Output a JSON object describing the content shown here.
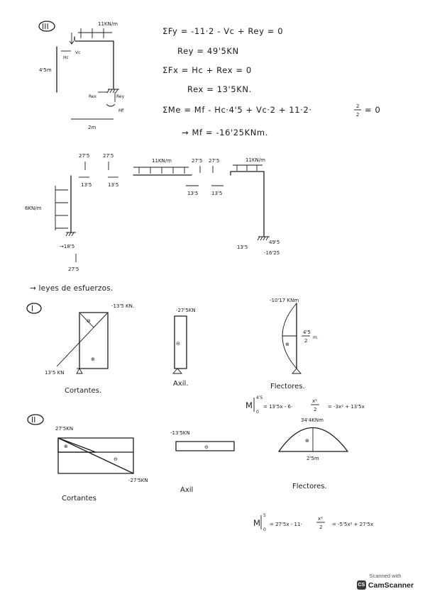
{
  "section3": {
    "roman": "III",
    "load_label": "11KN/m",
    "hc": "Hc",
    "vc": "Vc",
    "height": "4'5m",
    "rex": "Rex",
    "rey": "Rey",
    "mf": "Mf",
    "span": "2m",
    "eq1": "ΣFy = -11·2 - Vc + Rey = 0",
    "eq2": "Rey = 49'5KN",
    "eq3": "ΣFx = Hc + Rex = 0",
    "eq4": "Rex = 13'5KN.",
    "eq5": "ΣMe = Mf - Hc·4'5 + Vc·2 + 11·2·",
    "frac_num": "2",
    "frac_den": "2",
    "eq5_end": "= 0",
    "eq6": "→ Mf = -16'25KNm."
  },
  "fbd": {
    "v1": "27'5",
    "v2": "27'5",
    "h1": "13'5",
    "h2": "13'5",
    "load_mid": "11KN/m",
    "v3": "27'5",
    "v4": "27'5",
    "h3": "13'5",
    "h4": "13'5",
    "load_right": "11KN/m",
    "side_load": "6KN/m",
    "base_h": "→18'5",
    "base_v": "27'5",
    "r_h": "13'5",
    "r_v": "49'5",
    "r_m": "-16'25"
  },
  "laws_title": "→ leyes de esfuerzos.",
  "part1": {
    "roman": "I",
    "shear_top": "-13'5 KN.",
    "shear_bottom": "13'5 KN",
    "sign_neg": "⊖",
    "sign_pos": "⊕",
    "shear_caption": "Cortantes.",
    "axial_top": "-27'5KN",
    "axial_caption": "Axil.",
    "moment_top": "-10'17 KNm",
    "moment_pos_num": "4'5",
    "moment_pos_den": "2",
    "moment_pos_unit": "m.",
    "moment_caption": "Flectores.",
    "formula_m": "M",
    "formula_up": "4'5",
    "formula_low": "0",
    "formula_rhs": "= 13'5x - 6·",
    "formula_frac_num": "x²",
    "formula_frac_den": "2",
    "formula_result": "= -3x² + 13'5x"
  },
  "part2": {
    "roman": "II",
    "shear_left": "27'5KN",
    "shear_right": "-27'5KN",
    "shear_caption": "Cortantes",
    "axial_val": "-13'5KN",
    "axial_caption": "Axil",
    "moment_top": "34'4KNm",
    "moment_span": "2'5m",
    "moment_caption": "Flectores.",
    "formula_m": "M",
    "formula_up": "5",
    "formula_low": "0",
    "formula_rhs": "= 27'5x - 11·",
    "formula_frac_num": "x²",
    "formula_frac_den": "2",
    "formula_result": "= -5'5x² + 27'5x"
  },
  "scanner": {
    "line1": "Scanned with",
    "logo": "CS",
    "name": "CamScanner"
  }
}
